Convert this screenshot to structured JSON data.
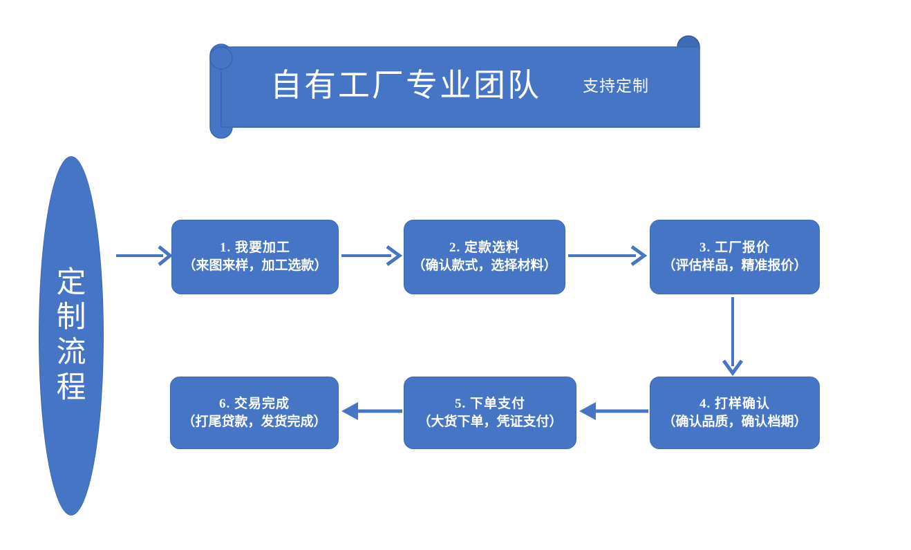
{
  "banner": {
    "title": "自有工厂专业团队",
    "subtitle": "支持定制",
    "fill_color": "#4775c6",
    "border_color": "#3b66ae",
    "text_color": "#ffffff"
  },
  "sidebar": {
    "label_chars": [
      "定",
      "制",
      "流",
      "程"
    ],
    "label_text": "定制流程",
    "fill_color": "#4775c6"
  },
  "flow": {
    "accent_color": "#4775c6",
    "arrow_color": "#4775c6",
    "steps": [
      {
        "id": "step-1",
        "number": "1.",
        "title": "1. 我要加工",
        "detail": "（来图来样，加工选款）"
      },
      {
        "id": "step-2",
        "number": "2.",
        "title": "2. 定款选料",
        "detail": "（确认款式，选择材料）"
      },
      {
        "id": "step-3",
        "number": "3.",
        "title": "3. 工厂报价",
        "detail": "（评估样品，精准报价）"
      },
      {
        "id": "step-4",
        "number": "4.",
        "title": "4. 打样确认",
        "detail": "（确认品质，确认档期）"
      },
      {
        "id": "step-5",
        "number": "5.",
        "title": "5. 下单支付",
        "detail": "（大货下单，凭证支付）"
      },
      {
        "id": "step-6",
        "number": "6.",
        "title": "6. 交易完成",
        "detail": "（打尾贷款，发货完成）"
      }
    ],
    "connectors": [
      {
        "name": "arrow-ellipse-to-step-1",
        "direction": "right"
      },
      {
        "name": "arrow-step-1-to-step-2",
        "direction": "right"
      },
      {
        "name": "arrow-step-2-to-step-3",
        "direction": "right"
      },
      {
        "name": "arrow-step-3-to-step-4",
        "direction": "down"
      },
      {
        "name": "arrow-step-4-to-step-5",
        "direction": "left"
      },
      {
        "name": "arrow-step-5-to-step-6",
        "direction": "left"
      }
    ]
  }
}
